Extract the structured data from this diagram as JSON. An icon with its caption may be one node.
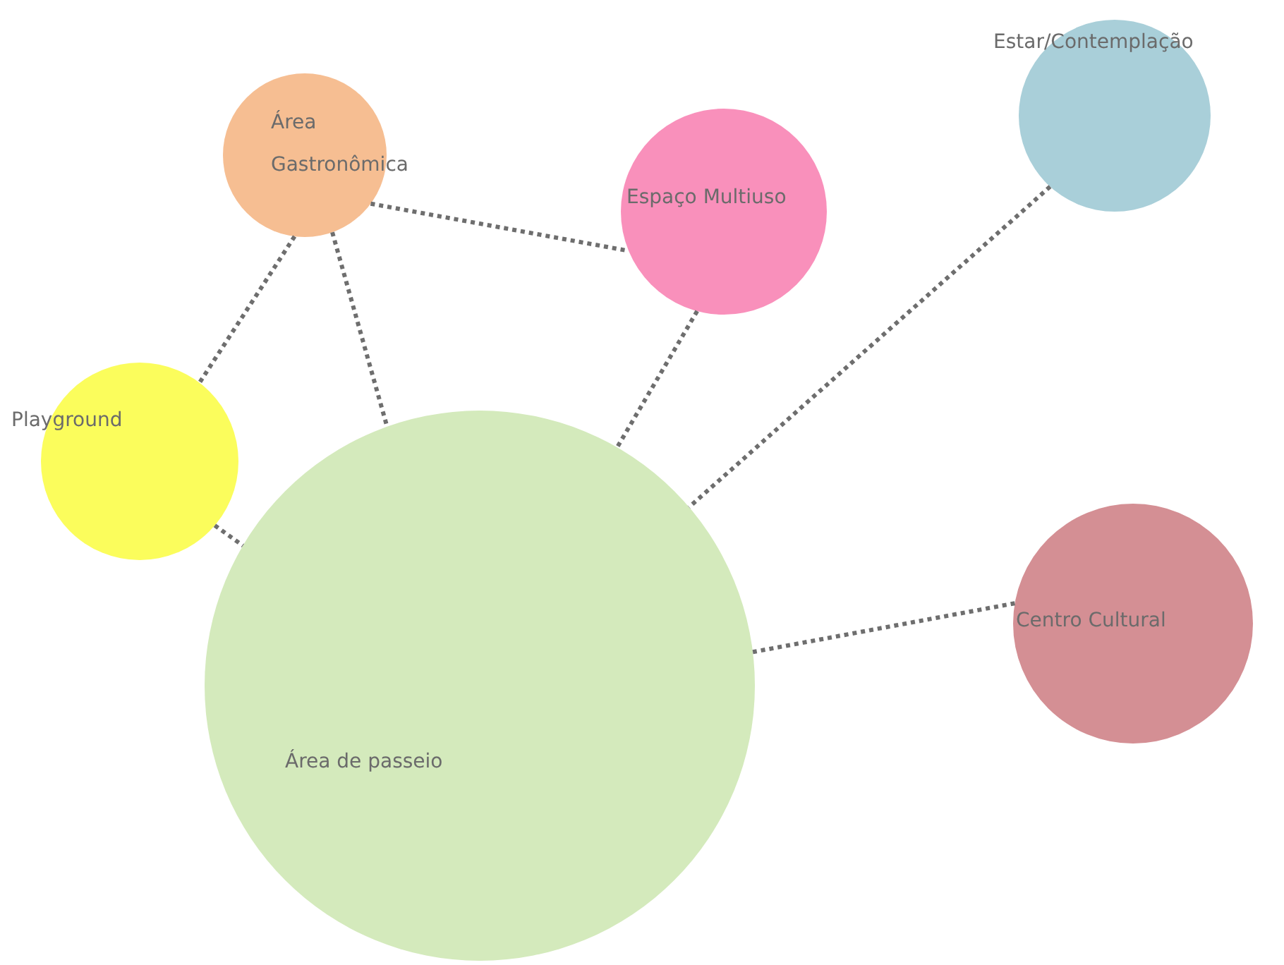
{
  "diagram": {
    "nodes": [
      {
        "text": [
          "Área Gastronômica"
        ]
      },
      {
        "text": [
          "Espaço Multiuso"
        ]
      },
      {
        "text": [
          "Estar/Contemplação"
        ]
      },
      {
        "text": [
          "Playground"
        ]
      },
      {
        "text": [
          "Área de passeio"
        ]
      },
      {
        "text": [
          "Centro Cultural"
        ]
      }
    ],
    "edges": [
      {
        "from": 0,
        "to": 1,
        "arrow": "none",
        "style": "dashed"
      },
      {
        "from": 0,
        "to": 3,
        "arrow": "none",
        "style": "dashed"
      },
      {
        "from": 0,
        "to": 4,
        "arrow": "none",
        "style": "dashed"
      },
      {
        "from": 3,
        "to": 4,
        "arrow": "none",
        "style": "dashed"
      },
      {
        "from": 1,
        "to": 4,
        "arrow": "none",
        "style": "dashed"
      },
      {
        "from": 2,
        "to": 4,
        "arrow": "none",
        "style": "dashed"
      },
      {
        "from": 5,
        "to": 4,
        "arrow": "none",
        "style": "dashed"
      }
    ]
  }
}
